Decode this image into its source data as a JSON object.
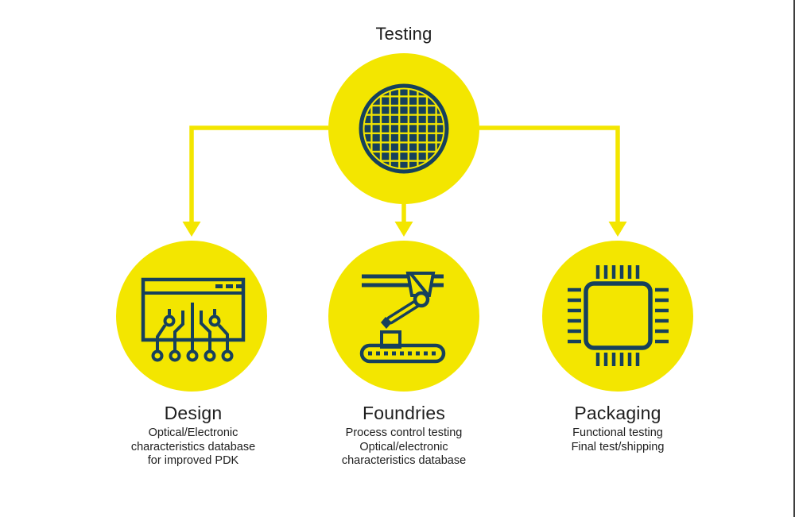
{
  "colors": {
    "yellow": "#F3E600",
    "navy": "#16405C",
    "text": "#1D1D1D"
  },
  "nodes": {
    "testing": {
      "label": "Testing",
      "icon": "wafer-icon"
    },
    "design": {
      "label": "Design",
      "icon": "browser-circuit-icon",
      "lines": [
        "Optical/Electronic",
        "characteristics database",
        "for improved PDK"
      ]
    },
    "foundries": {
      "label": "Foundries",
      "icon": "robot-arm-icon",
      "lines": [
        "Process control testing",
        "Optical/electronic",
        "characteristics database"
      ]
    },
    "packaging": {
      "label": "Packaging",
      "icon": "chip-icon",
      "lines": [
        "Functional testing",
        "Final test/shipping"
      ]
    }
  }
}
